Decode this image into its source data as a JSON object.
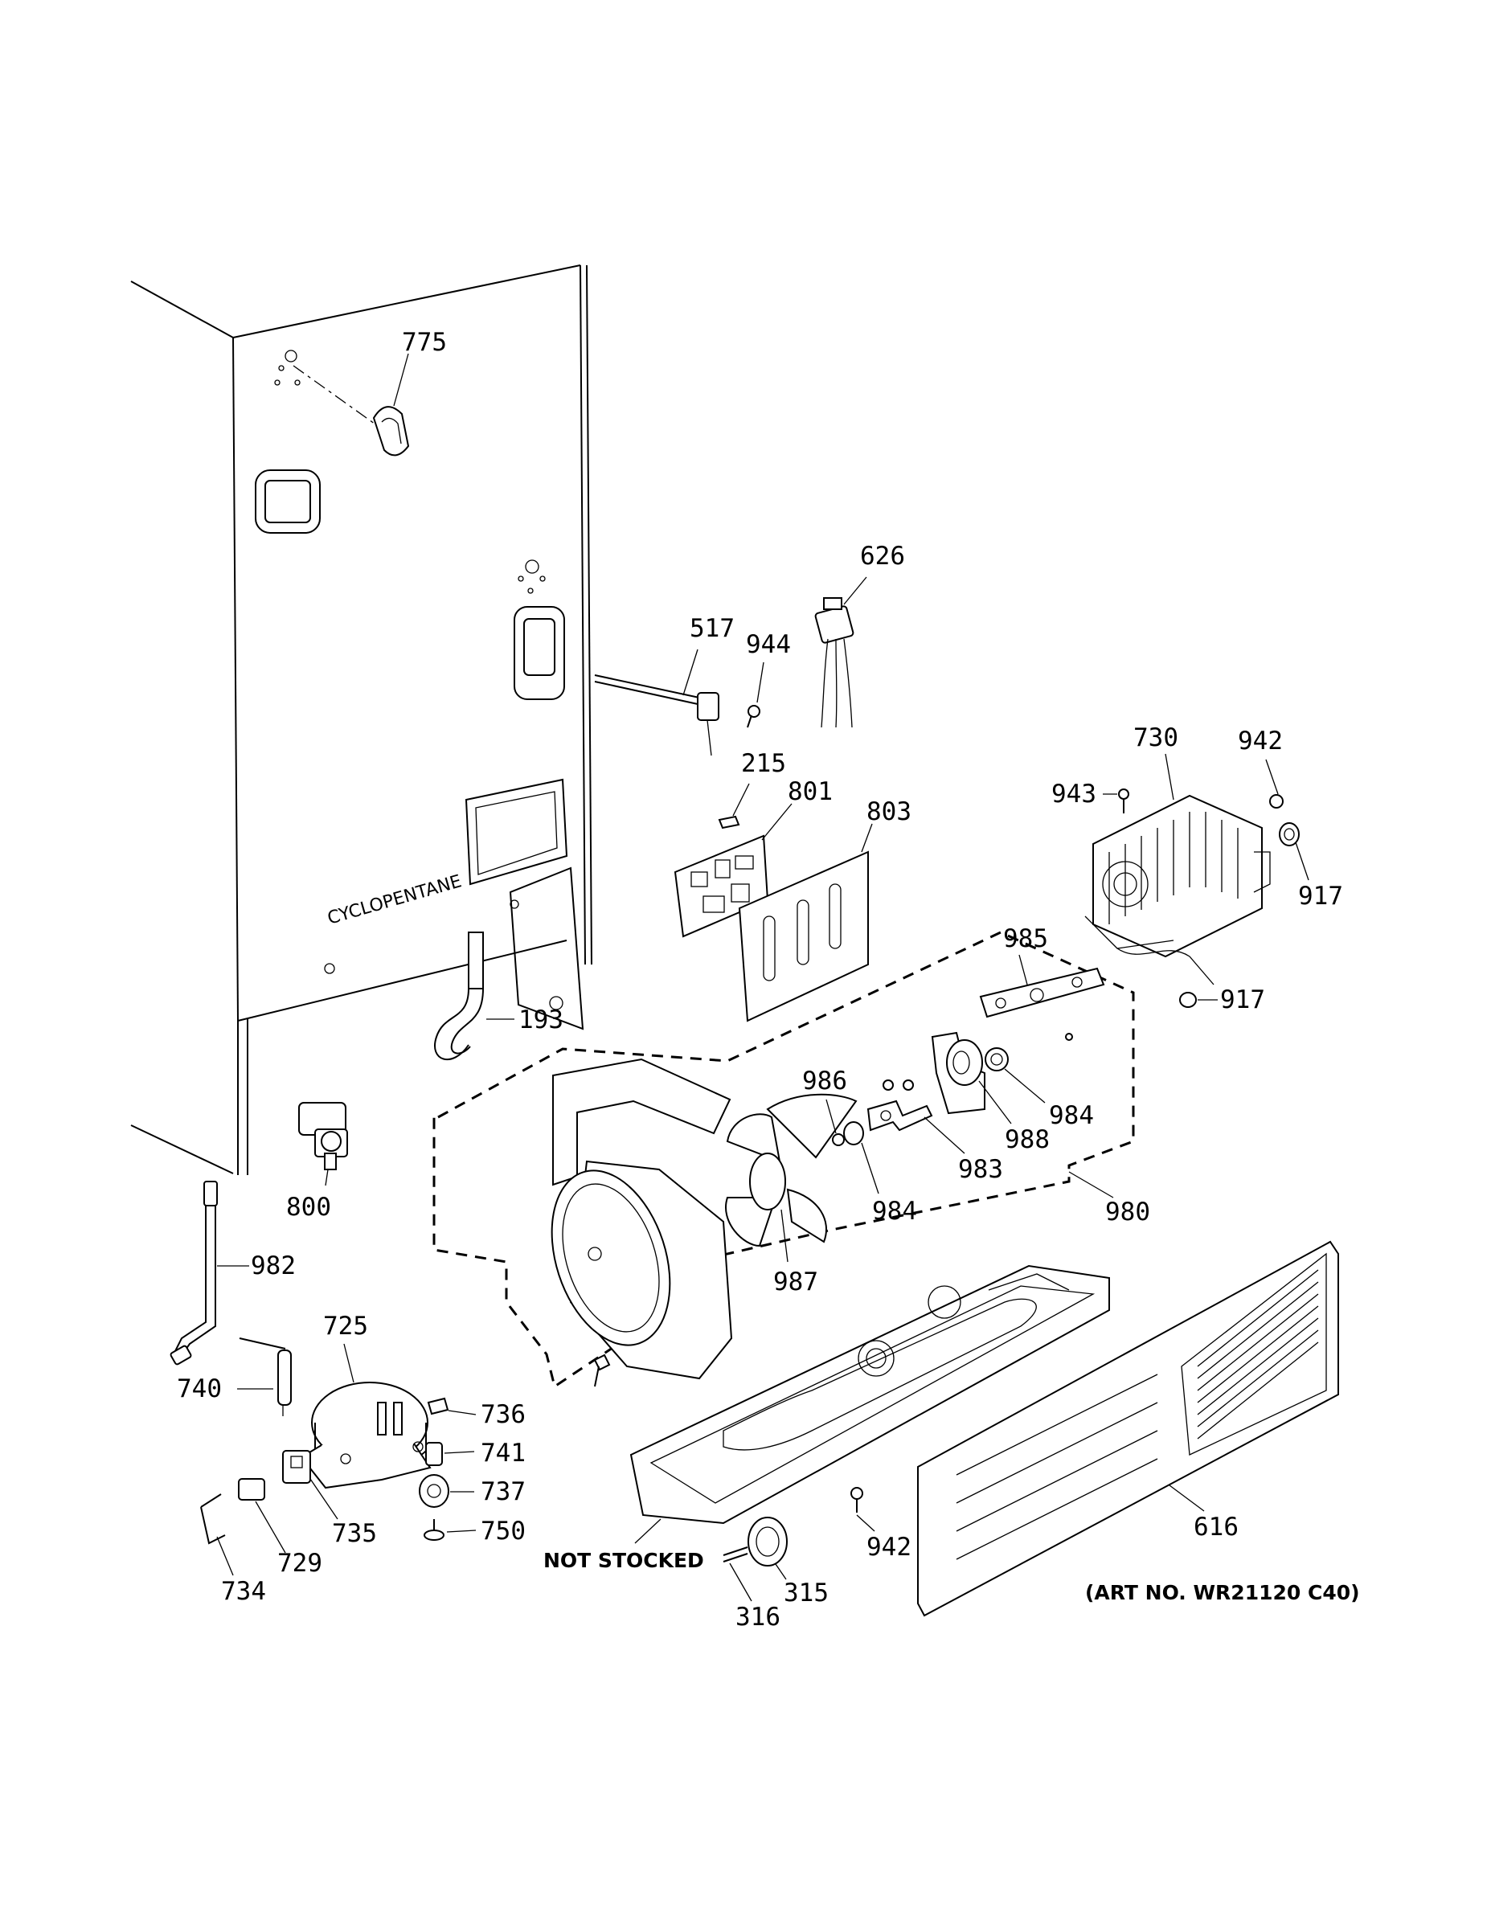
{
  "labels": {
    "p775": "775",
    "p626": "626",
    "p517": "517",
    "p944": "944",
    "p215": "215",
    "p801": "801",
    "p803": "803",
    "p730": "730",
    "p942a": "942",
    "p943": "943",
    "p917a": "917",
    "p917b": "917",
    "p985": "985",
    "p986": "986",
    "p984a": "984",
    "p988": "988",
    "p983": "983",
    "p984b": "984",
    "p987": "987",
    "p980": "980",
    "p193": "193",
    "p800": "800",
    "p982": "982",
    "p725": "725",
    "p740": "740",
    "p736": "736",
    "p741": "741",
    "p737": "737",
    "p735": "735",
    "p750": "750",
    "p729": "729",
    "p734": "734",
    "p942b": "942",
    "p616": "616",
    "p315": "315",
    "p316": "316"
  },
  "notes": {
    "not_stocked": "NOT STOCKED",
    "art_no": "(ART NO. WR21120 C40)",
    "cabinet_stencil": "CYCLOPENTANE"
  }
}
